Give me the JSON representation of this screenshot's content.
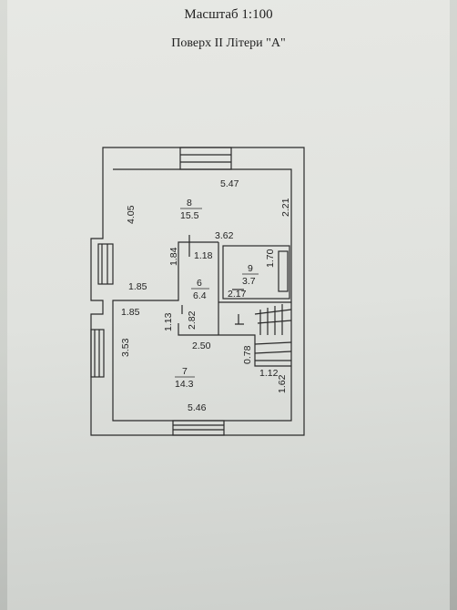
{
  "header": {
    "scale": "Масштаб 1:100",
    "floor": "Поверх II Літери \"А\""
  },
  "rooms": [
    {
      "number": "8",
      "area": "15.5"
    },
    {
      "number": "9",
      "area": "3.7"
    },
    {
      "number": "6",
      "area": "6.4"
    },
    {
      "number": "7",
      "area": "14.3"
    }
  ],
  "dimensions": {
    "top_width": "5.47",
    "left_upper": "4.05",
    "right_upper": "2.21",
    "inner_width_upper": "3.62",
    "room6_height_upper": "1.84",
    "room6_width_top": "1.18",
    "room9_height": "1.70",
    "room9_width": "2.17",
    "left_ledge_upper": "1.85",
    "left_ledge_lower": "1.85",
    "wall_short": "1.13",
    "room6_height_lower": "2.82",
    "left_lower": "3.53",
    "inner_width_lower": "2.50",
    "stair_height": "0.78",
    "stair_width": "1.12",
    "right_lower": "1.62",
    "bottom_width": "5.46"
  }
}
